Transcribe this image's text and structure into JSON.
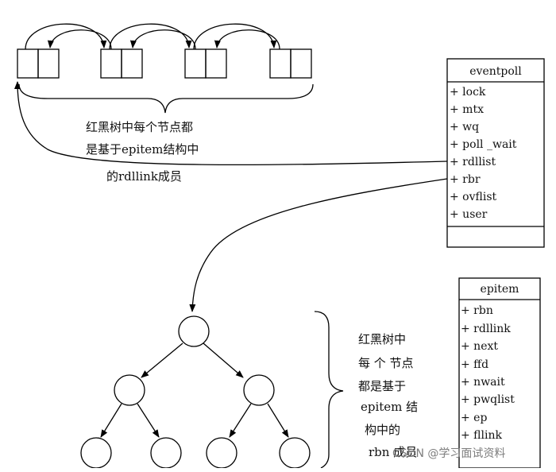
{
  "eventpoll": {
    "title": "eventpoll",
    "fields": [
      "+ lock",
      "+ mtx",
      "+ wq",
      "+ poll _wait",
      "+ rdllist",
      "+ rbr",
      "+ ovflist",
      "+ user"
    ]
  },
  "epitem": {
    "title": "epitem",
    "fields": [
      "+ rbn",
      "+ rdllink",
      "+ next",
      "+ ffd",
      "+ nwait",
      "+ pwqlist",
      "+ ep",
      "+ fllink"
    ]
  },
  "list_note": [
    "红黑树中每个节点都",
    "是基于epitem结构中",
    "的rdllink成员"
  ],
  "tree_note": [
    "红黑树中",
    "每 个 节点",
    "都是基于",
    "epitem  结",
    "构中的",
    "rbn 成员"
  ],
  "watermark": "CSDN @学习面试资料"
}
